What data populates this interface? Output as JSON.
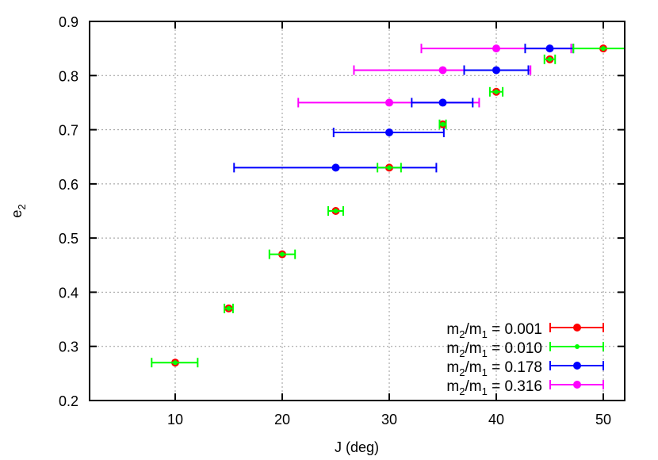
{
  "chart_data": {
    "type": "scatter",
    "title": "",
    "xlabel": "J (deg)",
    "ylabel": "e2",
    "ylabel_base": "e",
    "ylabel_sub": "2",
    "xlim": [
      2,
      52
    ],
    "ylim": [
      0.2,
      0.9
    ],
    "xticks": [
      10,
      20,
      30,
      40,
      50
    ],
    "yticks": [
      0.2,
      0.3,
      0.4,
      0.5,
      0.6,
      0.7,
      0.8,
      0.9
    ],
    "ytick_labels": [
      "0.2",
      "0.3",
      "0.4",
      "0.5",
      "0.6",
      "0.7",
      "0.8",
      "0.9"
    ],
    "xtick_labels": [
      "10",
      "20",
      "30",
      "40",
      "50"
    ],
    "grid": true,
    "legend_position": "lower right",
    "error_bars": "horizontal",
    "series": [
      {
        "name": "m2/m1 = 0.001",
        "label_prefix": "m",
        "label_sub1": "2",
        "label_mid": "/m",
        "label_sub2": "1",
        "label_value": " = 0.001",
        "color": "#ff0000",
        "marker_size": 5,
        "points": [
          {
            "x": 10,
            "y": 0.27,
            "xmin": 10,
            "xmax": 10
          },
          {
            "x": 15,
            "y": 0.37,
            "xmin": 15,
            "xmax": 15
          },
          {
            "x": 20,
            "y": 0.47,
            "xmin": 20,
            "xmax": 20
          },
          {
            "x": 25,
            "y": 0.55,
            "xmin": 25,
            "xmax": 25
          },
          {
            "x": 30,
            "y": 0.63,
            "xmin": 30,
            "xmax": 30
          },
          {
            "x": 35,
            "y": 0.71,
            "xmin": 35,
            "xmax": 35
          },
          {
            "x": 40,
            "y": 0.77,
            "xmin": 40,
            "xmax": 40
          },
          {
            "x": 45,
            "y": 0.83,
            "xmin": 45,
            "xmax": 45
          },
          {
            "x": 50,
            "y": 0.85,
            "xmin": 50,
            "xmax": 50
          }
        ]
      },
      {
        "name": "m2/m1 = 0.010",
        "label_prefix": "m",
        "label_sub1": "2",
        "label_mid": "/m",
        "label_sub2": "1",
        "label_value": " = 0.010",
        "color": "#00ff00",
        "marker_size": 3,
        "points": [
          {
            "x": 10,
            "y": 0.27,
            "xmin": 7.8,
            "xmax": 12.1
          },
          {
            "x": 15,
            "y": 0.37,
            "xmin": 14.6,
            "xmax": 15.4
          },
          {
            "x": 20,
            "y": 0.47,
            "xmin": 18.8,
            "xmax": 21.2
          },
          {
            "x": 25,
            "y": 0.55,
            "xmin": 24.3,
            "xmax": 25.7
          },
          {
            "x": 30,
            "y": 0.63,
            "xmin": 28.9,
            "xmax": 31.1
          },
          {
            "x": 35,
            "y": 0.71,
            "xmin": 34.7,
            "xmax": 35.3
          },
          {
            "x": 40,
            "y": 0.77,
            "xmin": 39.4,
            "xmax": 40.6
          },
          {
            "x": 45,
            "y": 0.83,
            "xmin": 44.5,
            "xmax": 45.5
          },
          {
            "x": 50,
            "y": 0.85,
            "xmin": 47.2,
            "xmax": 52.5
          }
        ]
      },
      {
        "name": "m2/m1 = 0.178",
        "label_prefix": "m",
        "label_sub1": "2",
        "label_mid": "/m",
        "label_sub2": "1",
        "label_value": " = 0.178",
        "color": "#0000ff",
        "marker_size": 5,
        "points": [
          {
            "x": 25,
            "y": 0.63,
            "xmin": 15.5,
            "xmax": 34.4
          },
          {
            "x": 30,
            "y": 0.695,
            "xmin": 24.8,
            "xmax": 35.1
          },
          {
            "x": 35,
            "y": 0.75,
            "xmin": 32.1,
            "xmax": 37.8
          },
          {
            "x": 40,
            "y": 0.81,
            "xmin": 37.0,
            "xmax": 43.0
          },
          {
            "x": 45,
            "y": 0.85,
            "xmin": 42.7,
            "xmax": 47.2
          }
        ]
      },
      {
        "name": "m2/m1 = 0.316",
        "label_prefix": "m",
        "label_sub1": "2",
        "label_mid": "/m",
        "label_sub2": "1",
        "label_value": " = 0.316",
        "color": "#ff00ff",
        "marker_size": 5,
        "points": [
          {
            "x": 30,
            "y": 0.75,
            "xmin": 21.5,
            "xmax": 38.4
          },
          {
            "x": 35,
            "y": 0.81,
            "xmin": 26.7,
            "xmax": 43.2
          },
          {
            "x": 40,
            "y": 0.85,
            "xmin": 33.0,
            "xmax": 47.0
          }
        ]
      }
    ]
  }
}
